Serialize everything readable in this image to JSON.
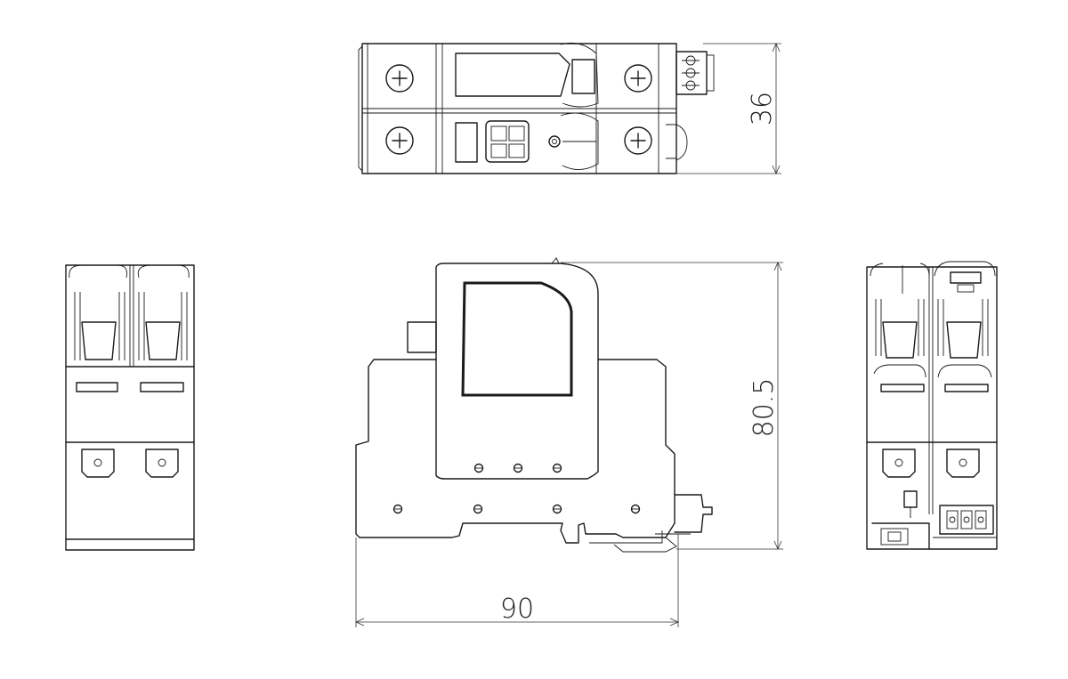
{
  "dimensions": {
    "depth": "36",
    "height": "80.5",
    "width": "90"
  }
}
